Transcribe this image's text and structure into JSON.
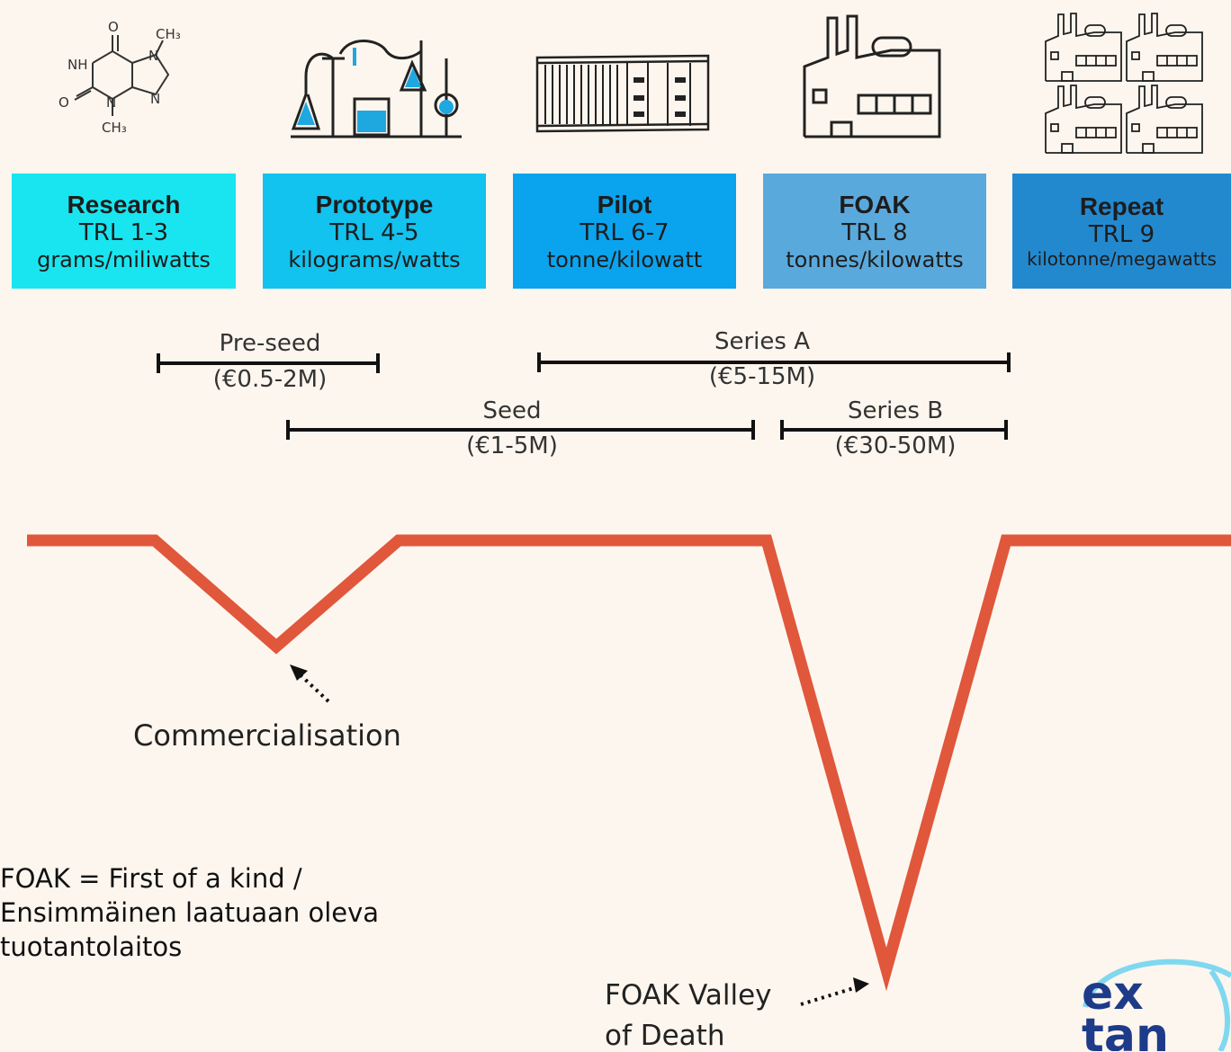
{
  "stages": [
    {
      "name": "Research",
      "trl": "TRL 1-3",
      "scale": "grams/miliwatts",
      "color": "#19e5f0"
    },
    {
      "name": "Prototype",
      "trl": "TRL 4-5",
      "scale": "kilograms/watts",
      "color": "#12c2ef"
    },
    {
      "name": "Pilot",
      "trl": "TRL 6-7",
      "scale": "tonne/kilowatt",
      "color": "#0aa3ee"
    },
    {
      "name": "FOAK",
      "trl": "TRL 8",
      "scale": "tonnes/kilowatts",
      "color": "#5aa9dc"
    },
    {
      "name": "Repeat",
      "trl": "TRL 9",
      "scale": "kilotonne/megawatts",
      "color": "#2389cf"
    }
  ],
  "funding_rounds": [
    {
      "name": "Pre-seed",
      "amount": "(€0.5-2M)"
    },
    {
      "name": "Seed",
      "amount": "(€1-5M)"
    },
    {
      "name": "Series A",
      "amount": "(€5-15M)"
    },
    {
      "name": "Series B",
      "amount": "(€30-50M)"
    }
  ],
  "molecule": {
    "ch3_top": "CH₃",
    "nh": "NH",
    "o_top": "O",
    "o_left": "O",
    "n_top": "N",
    "n_right": "N",
    "n_bottom": "N",
    "ch3_bottom": "CH₃"
  },
  "annotations": {
    "commercialisation": "Commercialisation",
    "valley_line1": "FOAK Valley",
    "valley_line2": "of Death",
    "foak_def_line1": "FOAK = First of a kind /",
    "foak_def_line2": "Ensimmäinen laatuaan oleva",
    "foak_def_line3": "tuotantolaitos"
  },
  "logo": {
    "line1": "ex",
    "line2": "tan",
    "color": "#1e3b8a",
    "ring_color": "#7fd8f0"
  },
  "colors": {
    "curve": "#e0573c",
    "text": "#2b2b2b",
    "background": "#fdf6ee"
  },
  "icons": [
    "molecule-icon",
    "lab-glassware-icon",
    "container-icon",
    "factory-icon",
    "factory-grid-icon"
  ]
}
